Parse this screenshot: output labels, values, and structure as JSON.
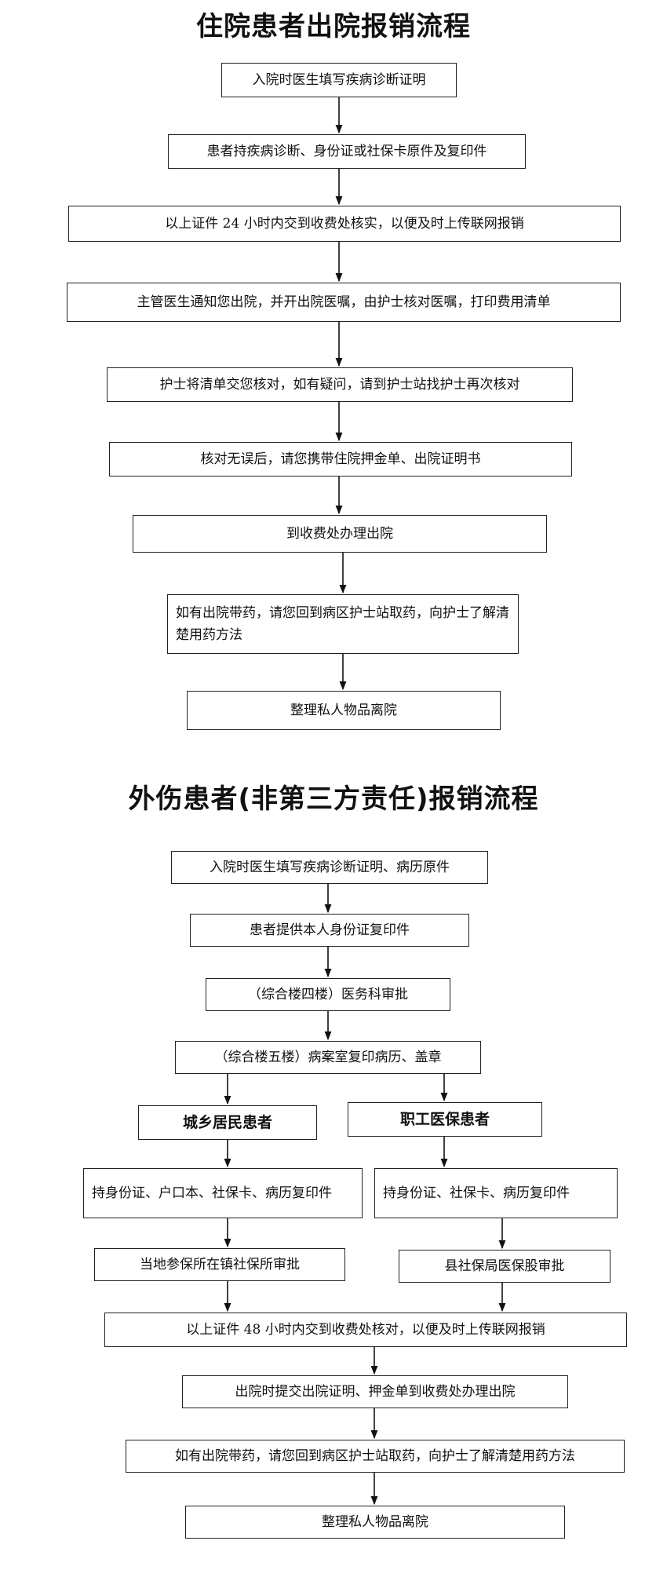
{
  "section1": {
    "title": "住院患者出院报销流程",
    "steps": [
      "入院时医生填写疾病诊断证明",
      "患者持疾病诊断、身份证或社保卡原件及复印件",
      "以上证件 24 小时内交到收费处核实，以便及时上传联网报销",
      "主管医生通知您出院，并开出院医嘱，由护士核对医嘱，打印费用清单",
      "护士将清单交您核对，如有疑问，请到护士站找护士再次核对",
      "核对无误后，请您携带住院押金单、出院证明书",
      "到收费处办理出院",
      "如有出院带药，请您回到病区护士站取药，向护士了解清楚用药方法",
      "整理私人物品离院"
    ]
  },
  "section2": {
    "title": "外伤患者(非第三方责任)报销流程",
    "steps_top": [
      "入院时医生填写疾病诊断证明、病历原件",
      "患者提供本人身份证复印件",
      "（综合楼四楼）医务科审批",
      "（综合楼五楼）病案室复印病历、盖章"
    ],
    "branch_left": {
      "header": "城乡居民患者",
      "steps": [
        "持身份证、户口本、社保卡、病历复印件",
        "当地参保所在镇社保所审批"
      ]
    },
    "branch_right": {
      "header": "职工医保患者",
      "steps": [
        "持身份证、社保卡、病历复印件",
        "县社保局医保股审批"
      ]
    },
    "steps_bottom": [
      "以上证件 48 小时内交到收费处核对，以便及时上传联网报销",
      "出院时提交出院证明、押金单到收费处办理出院",
      "如有出院带药，请您回到病区护士站取药，向护士了解清楚用药方法",
      "整理私人物品离院"
    ]
  }
}
